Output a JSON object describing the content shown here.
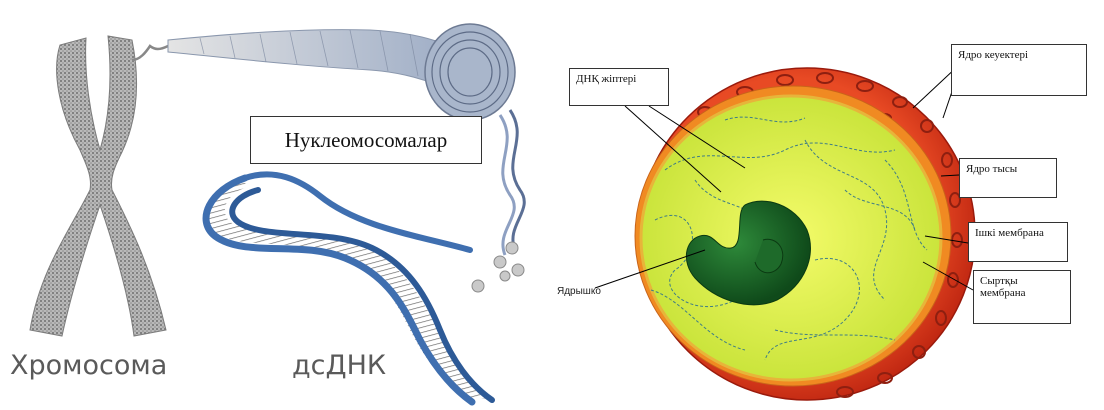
{
  "left": {
    "chromosome_label": "Хромосома",
    "dsdna_label": "дсДНК",
    "nucleosome_label": "Нуклеомосомалар"
  },
  "right": {
    "dna_threads": "ДНҚ жіптері",
    "nuclear_pores": "Ядро кеуектері",
    "nuclear_envelope": "Ядро тысы",
    "inner_membrane": "Ішкі мембрана",
    "outer_membrane": "Сыртқы мембрана",
    "nucleolus": "Ядрышко"
  },
  "colors": {
    "outer_shell": "#d8321c",
    "orange_layer": "#f08a22",
    "nucleoplasm": "#e6f436",
    "nucleolus": "#1f6b2b",
    "dna_blue": "#3f6fb0",
    "chromatin_grey": "#8a8a8a"
  }
}
